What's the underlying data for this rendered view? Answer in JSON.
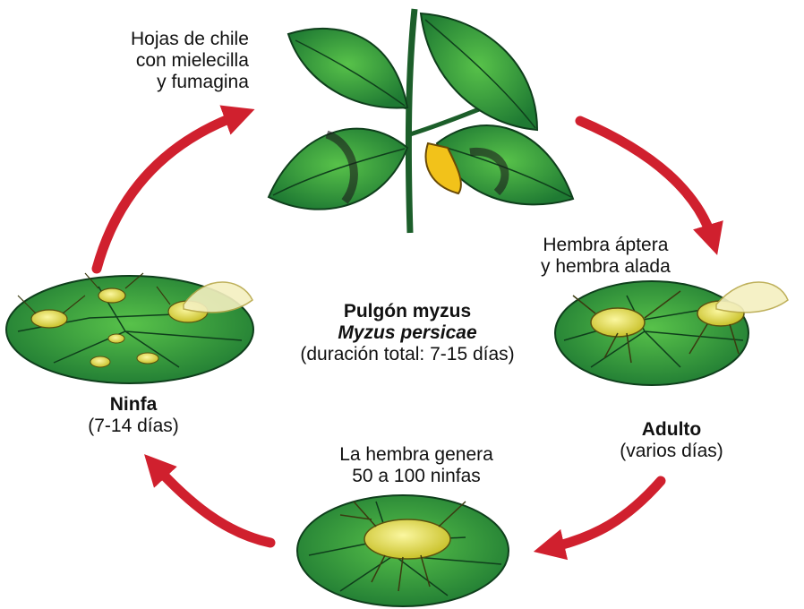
{
  "center": {
    "common_name": "Pulgón myzus",
    "scientific_name": "Myzus persicae",
    "duration": "(duración total: 7-15 días)"
  },
  "stages": {
    "plant": {
      "line1": "Hojas de chile",
      "line2": "con mielecilla",
      "line3": "y fumagina",
      "icon": "chili-plant-illustration"
    },
    "adult": {
      "caption1": "Hembra áptera",
      "caption2": "y hembra alada",
      "name": "Adulto",
      "duration": "(varios días)",
      "icon": "adult-aphids-on-leaf-illustration"
    },
    "reproduction": {
      "caption1": "La hembra genera",
      "caption2": "50 a 100 ninfas",
      "icon": "female-aphid-on-leaf-illustration"
    },
    "nymph": {
      "name": "Ninfa",
      "duration": "(7-14 días)",
      "icon": "nymphs-on-leaf-illustration"
    }
  },
  "colors": {
    "arrow": "#d0202e",
    "leaf": "#2f9a3c",
    "leaf_dark": "#14552a",
    "aphid": "#e6e04a",
    "pepper": "#f2c21a"
  }
}
